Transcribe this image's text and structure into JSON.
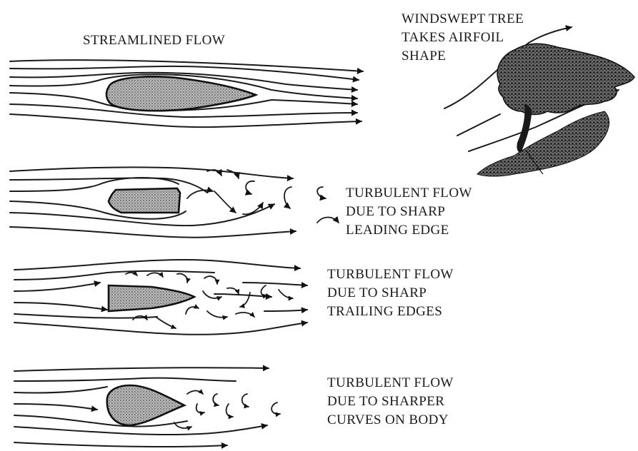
{
  "labels": {
    "streamlined": "STREAMLINED FLOW",
    "tree": [
      "WINDSWEPT TREE",
      "TAKES AIRFOIL",
      "SHAPE"
    ],
    "leading": [
      "TURBULENT FLOW",
      "DUE TO SHARP",
      "LEADING EDGE"
    ],
    "trailing": [
      "TURBULENT FLOW",
      "DUE TO SHARP",
      "TRAILING EDGES"
    ],
    "curves": [
      "TURBULENT FLOW",
      "DUE TO SHARPER",
      "CURVES ON BODY"
    ]
  },
  "icons": {
    "tree": "windswept-tree-icon"
  },
  "colors": {
    "ink": "#1a1a1a",
    "body_fill": "#9a9a9a",
    "background": "#ffffff"
  }
}
